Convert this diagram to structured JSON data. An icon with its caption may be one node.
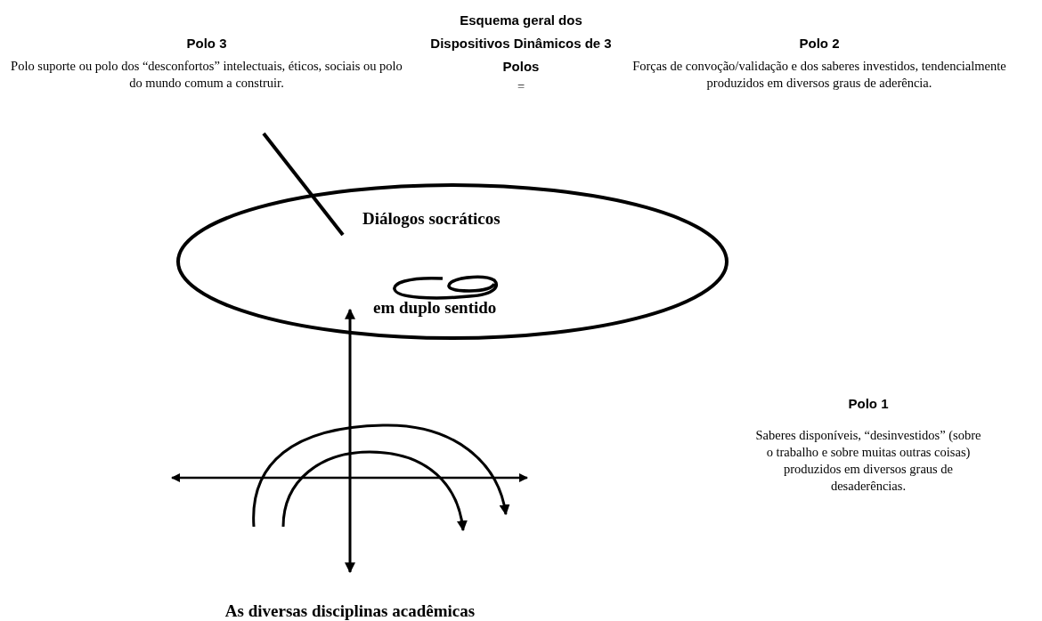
{
  "diagram": {
    "title": "Esquema geral dos Dispositivos Dinâmicos de 3 Polos",
    "nodes": [
      {
        "text": [
          "Polo 3",
          "Polo suporte ou polo dos “desconfortos” intelectuais, éticos, sociais ou polo do mundo comum a construir."
        ]
      },
      {
        "text": [
          "Diálogos socráticos",
          "em duplo sentido"
        ]
      },
      {
        "text": [
          "Polo 2",
          "Forças de convoção/validação e dos saberes investidos, tendencialmente produzidos em diversos graus de aderência."
        ]
      },
      {
        "text": [
          "Polo 1",
          "Saberes disponíveis, “desinvestidos” (sobre o trabalho e sobre muitas outras coisas) produzidos em diversos graus de desaderências."
        ]
      }
    ],
    "edges": [
      {
        "from": 0,
        "to": 1,
        "arrow": "none"
      }
    ],
    "labels": [
      "=",
      "As diversas disciplinas acadêmicas"
    ]
  }
}
